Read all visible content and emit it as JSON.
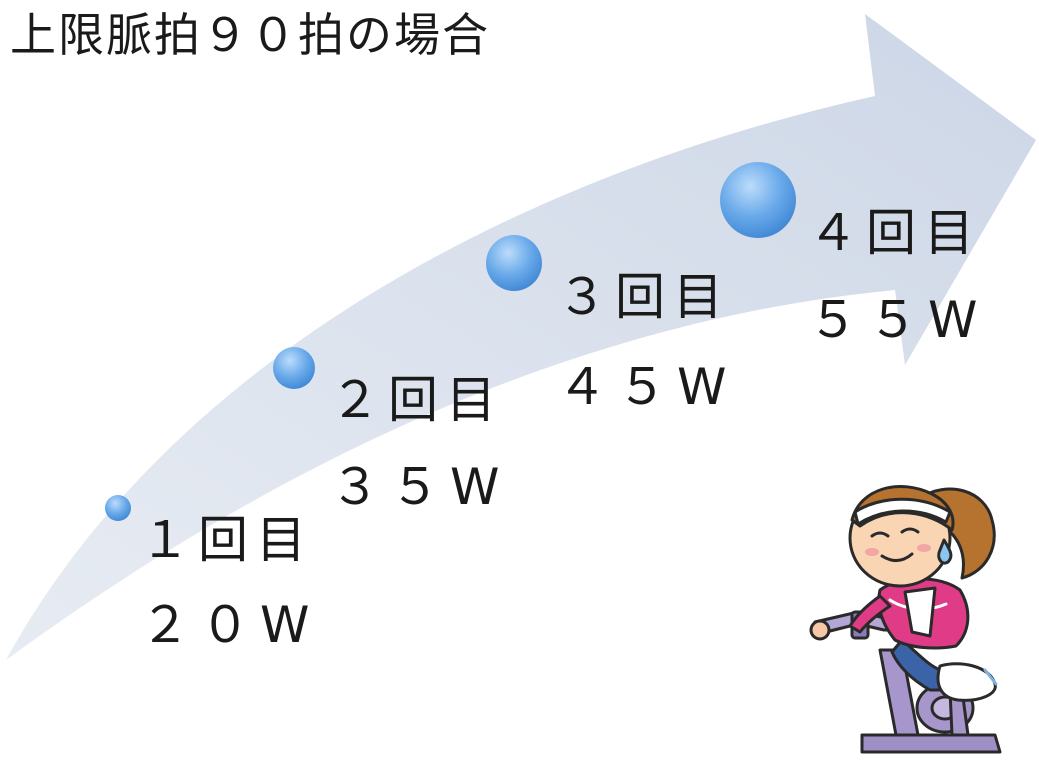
{
  "title": "上限脈拍９０拍の場合",
  "steps": [
    {
      "label": "１回目",
      "value": "２０W"
    },
    {
      "label": "２回目",
      "value": "３５W"
    },
    {
      "label": "３回目",
      "value": "４５W"
    },
    {
      "label": "４回目",
      "value": "５５W"
    }
  ],
  "colors": {
    "arrow": "#d3dcea",
    "dot": "#5ea4e6",
    "text": "#1a1a1a"
  },
  "illustration": "woman-on-exercise-bike"
}
